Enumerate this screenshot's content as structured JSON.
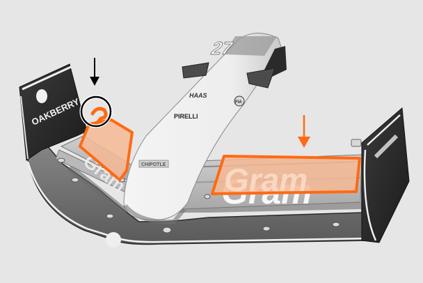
{
  "image": {
    "subject": "Formula 1 front wing assembly (greyscale photo) with orange highlighted annotations",
    "background_color": "#e6e6e6",
    "highlight_color": "#ff6a13",
    "highlight_fill": "#f4b995"
  },
  "nose": {
    "car_number": "27",
    "logos": [
      "HAAS",
      "PIRELLI",
      "FIA",
      "CHIPOTLE"
    ]
  },
  "endplate_left": {
    "sponsor": "OAKBERRY"
  },
  "wing_sponsor_text": {
    "left": "Gram",
    "right": "Gram"
  },
  "annotations": {
    "black_arrow": {
      "label": "",
      "color": "#000000"
    },
    "black_circle": {
      "label": "",
      "color": "#000000"
    },
    "left_highlight": {
      "label": ""
    },
    "orange_arrow": {
      "label": "",
      "color": "#ff6a13"
    },
    "right_highlight": {
      "label": ""
    }
  }
}
